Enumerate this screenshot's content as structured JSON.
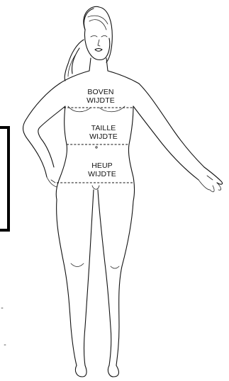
{
  "labels": {
    "bust_line1": "BOVEN",
    "bust_line2": "WIJDTE",
    "waist_line1": "TAILLE",
    "waist_line2": "WIJDTE",
    "hip_line1": "HEUP",
    "hip_line2": "WIJDTE"
  },
  "colors": {
    "ink": "#111111",
    "background": "#ffffff"
  }
}
